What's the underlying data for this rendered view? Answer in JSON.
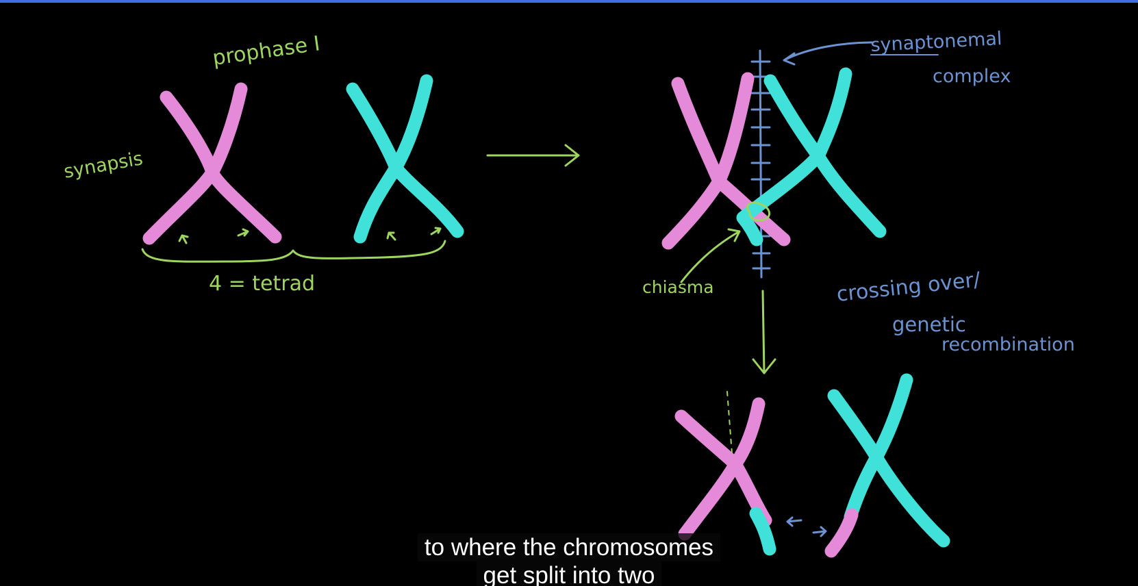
{
  "video": {
    "labels": {
      "prophase": "prophase  I",
      "synapsis": "synapsis",
      "tetrad": "4  =  tetrad",
      "synaptonemal_line1": "synaptonemal",
      "synaptonemal_line2": "complex",
      "chiasma": "chiasma",
      "crossing_line1": "crossing over/",
      "crossing_line2": "genetic",
      "crossing_line3": "recombination"
    },
    "colors": {
      "chalk_green": "#9ed561",
      "chalk_blue": "#6b93d2",
      "chromatid_pink": "#e58ad8",
      "chromatid_cyan": "#3fe1d8",
      "progress_bar": "#3f6fe0"
    },
    "captions": {
      "line1": "to where the chromosomes",
      "line2": "get split into two"
    }
  }
}
